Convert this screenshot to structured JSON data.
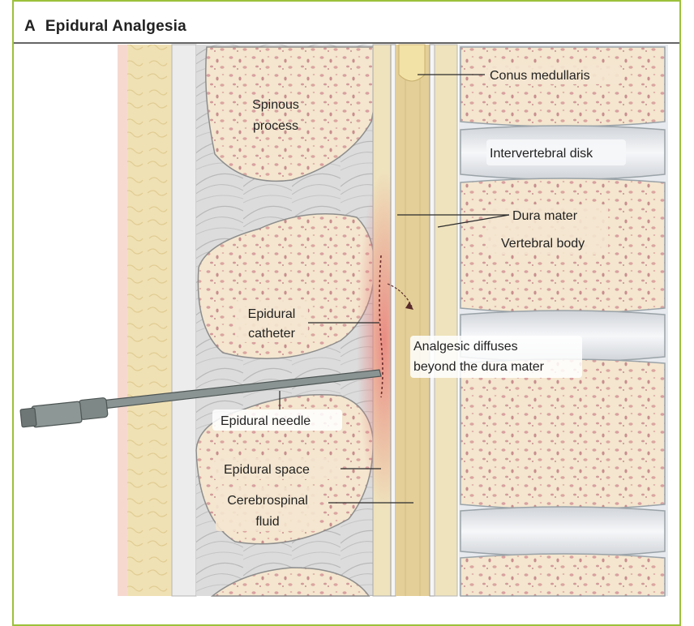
{
  "figure": {
    "panel_letter": "A",
    "title": "Epidural Analgesia"
  },
  "labels": {
    "spinous_process": [
      "Spinous",
      "process"
    ],
    "conus_medullaris": "Conus medullaris",
    "intervertebral_disk": "Intervertebral disk",
    "dura_mater": "Dura mater",
    "vertebral_body": "Vertebral body",
    "epidural_catheter": [
      "Epidural",
      "catheter"
    ],
    "analgesic_diffuses": [
      "Analgesic diffuses",
      "beyond the dura mater"
    ],
    "epidural_needle": "Epidural needle",
    "epidural_space": "Epidural space",
    "cerebrospinal_fluid": [
      "Cerebrospinal",
      "fluid"
    ]
  },
  "colors": {
    "frame_green": "#9cc13b",
    "bone_fill": "#f4e6cf",
    "bone_speckle": "#d9a0a0",
    "skin_yellow": "#f0e1b4",
    "ligament_gray": "#d8d8d8",
    "disk_gray": "#e3e6ea",
    "diffusion_red": "#e8827c",
    "cord_tan": "#e4cf98",
    "needle_gray": "#8a9492"
  }
}
